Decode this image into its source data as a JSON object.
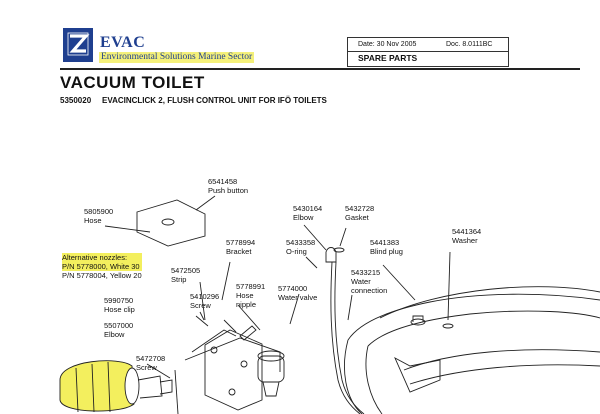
{
  "header": {
    "brand": "EVAC",
    "sector": "Environmental Solutions Marine Sector",
    "date": "Date: 30 Nov 2005",
    "doc": "Doc. 8.0111BC",
    "section": "SPARE PARTS",
    "title": "VACUUM TOILET",
    "code": "5350020",
    "description": "EVACINCLICK 2, FLUSH CONTROL UNIT FOR IFÖ TOILETS"
  },
  "parts": {
    "push_button": {
      "pn": "6541458",
      "name": "Push button"
    },
    "hose": {
      "pn": "5805900",
      "name": "Hose"
    },
    "alt_nozzles": {
      "title": "Alternative nozzles:",
      "line1": "P/N 5778000, White 30",
      "line2": "P/N 5778004, Yellow 20"
    },
    "hose_clip": {
      "pn": "5990750",
      "name": "Hose clip"
    },
    "elbow_a": {
      "pn": "5507000",
      "name": "Elbow"
    },
    "screw_a": {
      "pn": "5472708",
      "name": "Screw"
    },
    "strip": {
      "pn": "5472505",
      "name": "Strip"
    },
    "bracket": {
      "pn": "5778994",
      "name": "Bracket"
    },
    "screw_b": {
      "pn": "5410296",
      "name": "Screw"
    },
    "hose_nipple": {
      "pn": "5778991",
      "name1": "Hose",
      "name2": "nipple"
    },
    "oring": {
      "pn": "5433358",
      "name": "O-ring"
    },
    "water_valve": {
      "pn": "5774000",
      "name": "Water valve"
    },
    "elbow_b": {
      "pn": "5430164",
      "name": "Elbow"
    },
    "gasket": {
      "pn": "5432728",
      "name": "Gasket"
    },
    "water_conn": {
      "pn": "5433215",
      "name1": "Water",
      "name2": "connection"
    },
    "blind_plug": {
      "pn": "5441383",
      "name": "Blind plug"
    },
    "washer": {
      "pn": "5441364",
      "name": "Washer"
    }
  }
}
